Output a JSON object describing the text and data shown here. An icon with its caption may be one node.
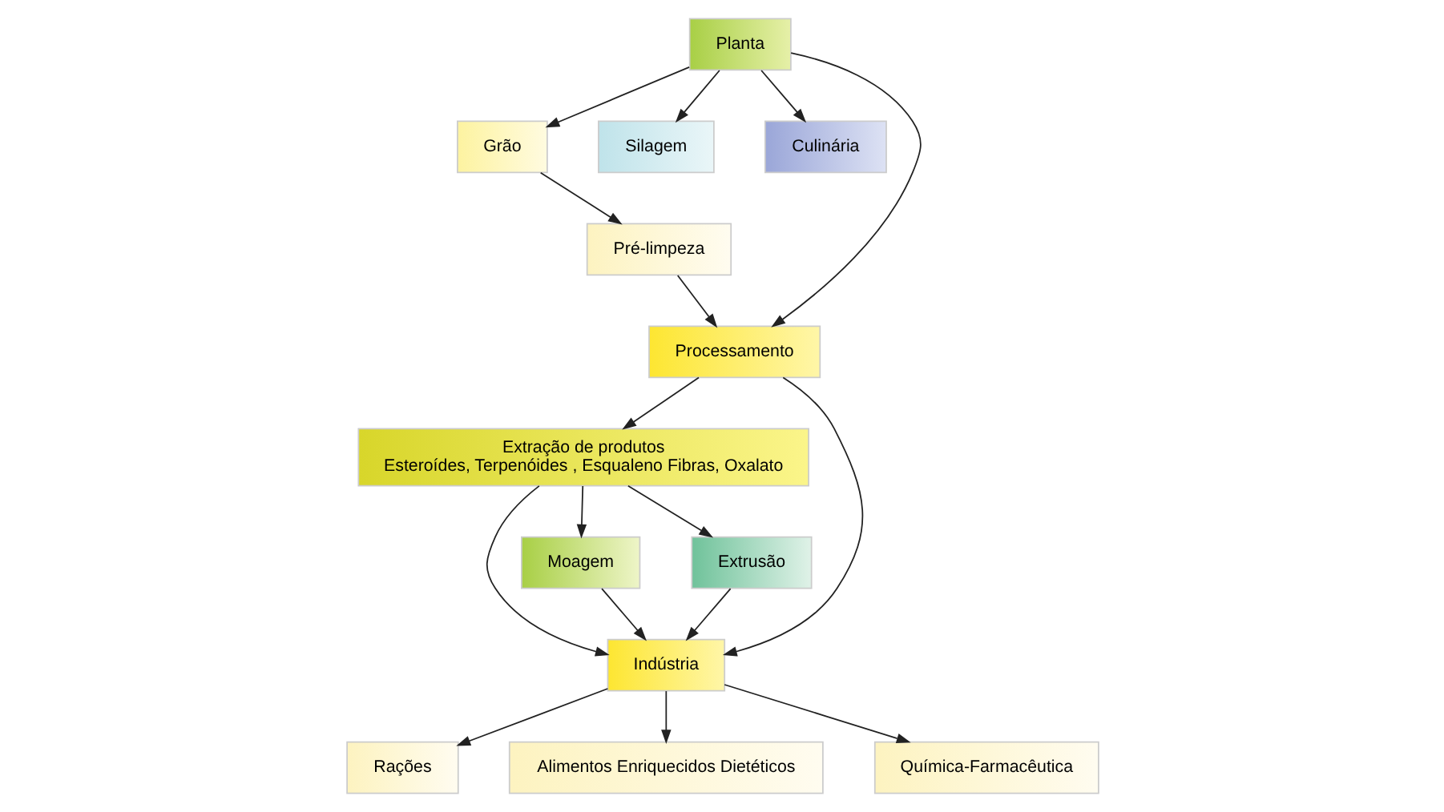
{
  "diagram": {
    "nodes": [
      {
        "text": [
          "Planta"
        ]
      },
      {
        "text": [
          "Grão"
        ]
      },
      {
        "text": [
          "Silagem"
        ]
      },
      {
        "text": [
          "Culinária"
        ]
      },
      {
        "text": [
          "Pré-limpeza"
        ]
      },
      {
        "text": [
          "Processamento"
        ]
      },
      {
        "text": [
          "Extração de produtos",
          "Esteroídes, Terpenóides , Esqualeno Fibras, Oxalato"
        ]
      },
      {
        "text": [
          "Rações"
        ]
      },
      {
        "text": [
          "Indústria"
        ]
      },
      {
        "text": [
          "Moagem"
        ]
      },
      {
        "text": [
          "Alimentos Enriquecidos Dietéticos"
        ]
      },
      {
        "text": [
          "Extrusão"
        ]
      },
      {
        "text": [
          "Química-Farmacêutica"
        ]
      }
    ],
    "edges": [
      {
        "from": 0,
        "to": 1,
        "arrow": "to"
      },
      {
        "from": 0,
        "to": 2,
        "arrow": "to"
      },
      {
        "from": 0,
        "to": 3,
        "arrow": "to"
      },
      {
        "from": 0,
        "to": 5,
        "arrow": "to"
      },
      {
        "from": 1,
        "to": 4,
        "arrow": "to"
      },
      {
        "from": 4,
        "to": 5,
        "arrow": "to"
      },
      {
        "from": 5,
        "to": 6,
        "arrow": "to"
      },
      {
        "from": 5,
        "to": 8,
        "arrow": "to"
      },
      {
        "from": 6,
        "to": 8,
        "arrow": "to"
      },
      {
        "from": 6,
        "to": 9,
        "arrow": "to"
      },
      {
        "from": 6,
        "to": 11,
        "arrow": "to"
      },
      {
        "from": 9,
        "to": 8,
        "arrow": "to"
      },
      {
        "from": 11,
        "to": 8,
        "arrow": "to"
      },
      {
        "from": 8,
        "to": 7,
        "arrow": "to"
      },
      {
        "from": 8,
        "to": 10,
        "arrow": "to"
      },
      {
        "from": 8,
        "to": 12,
        "arrow": "to"
      }
    ]
  }
}
